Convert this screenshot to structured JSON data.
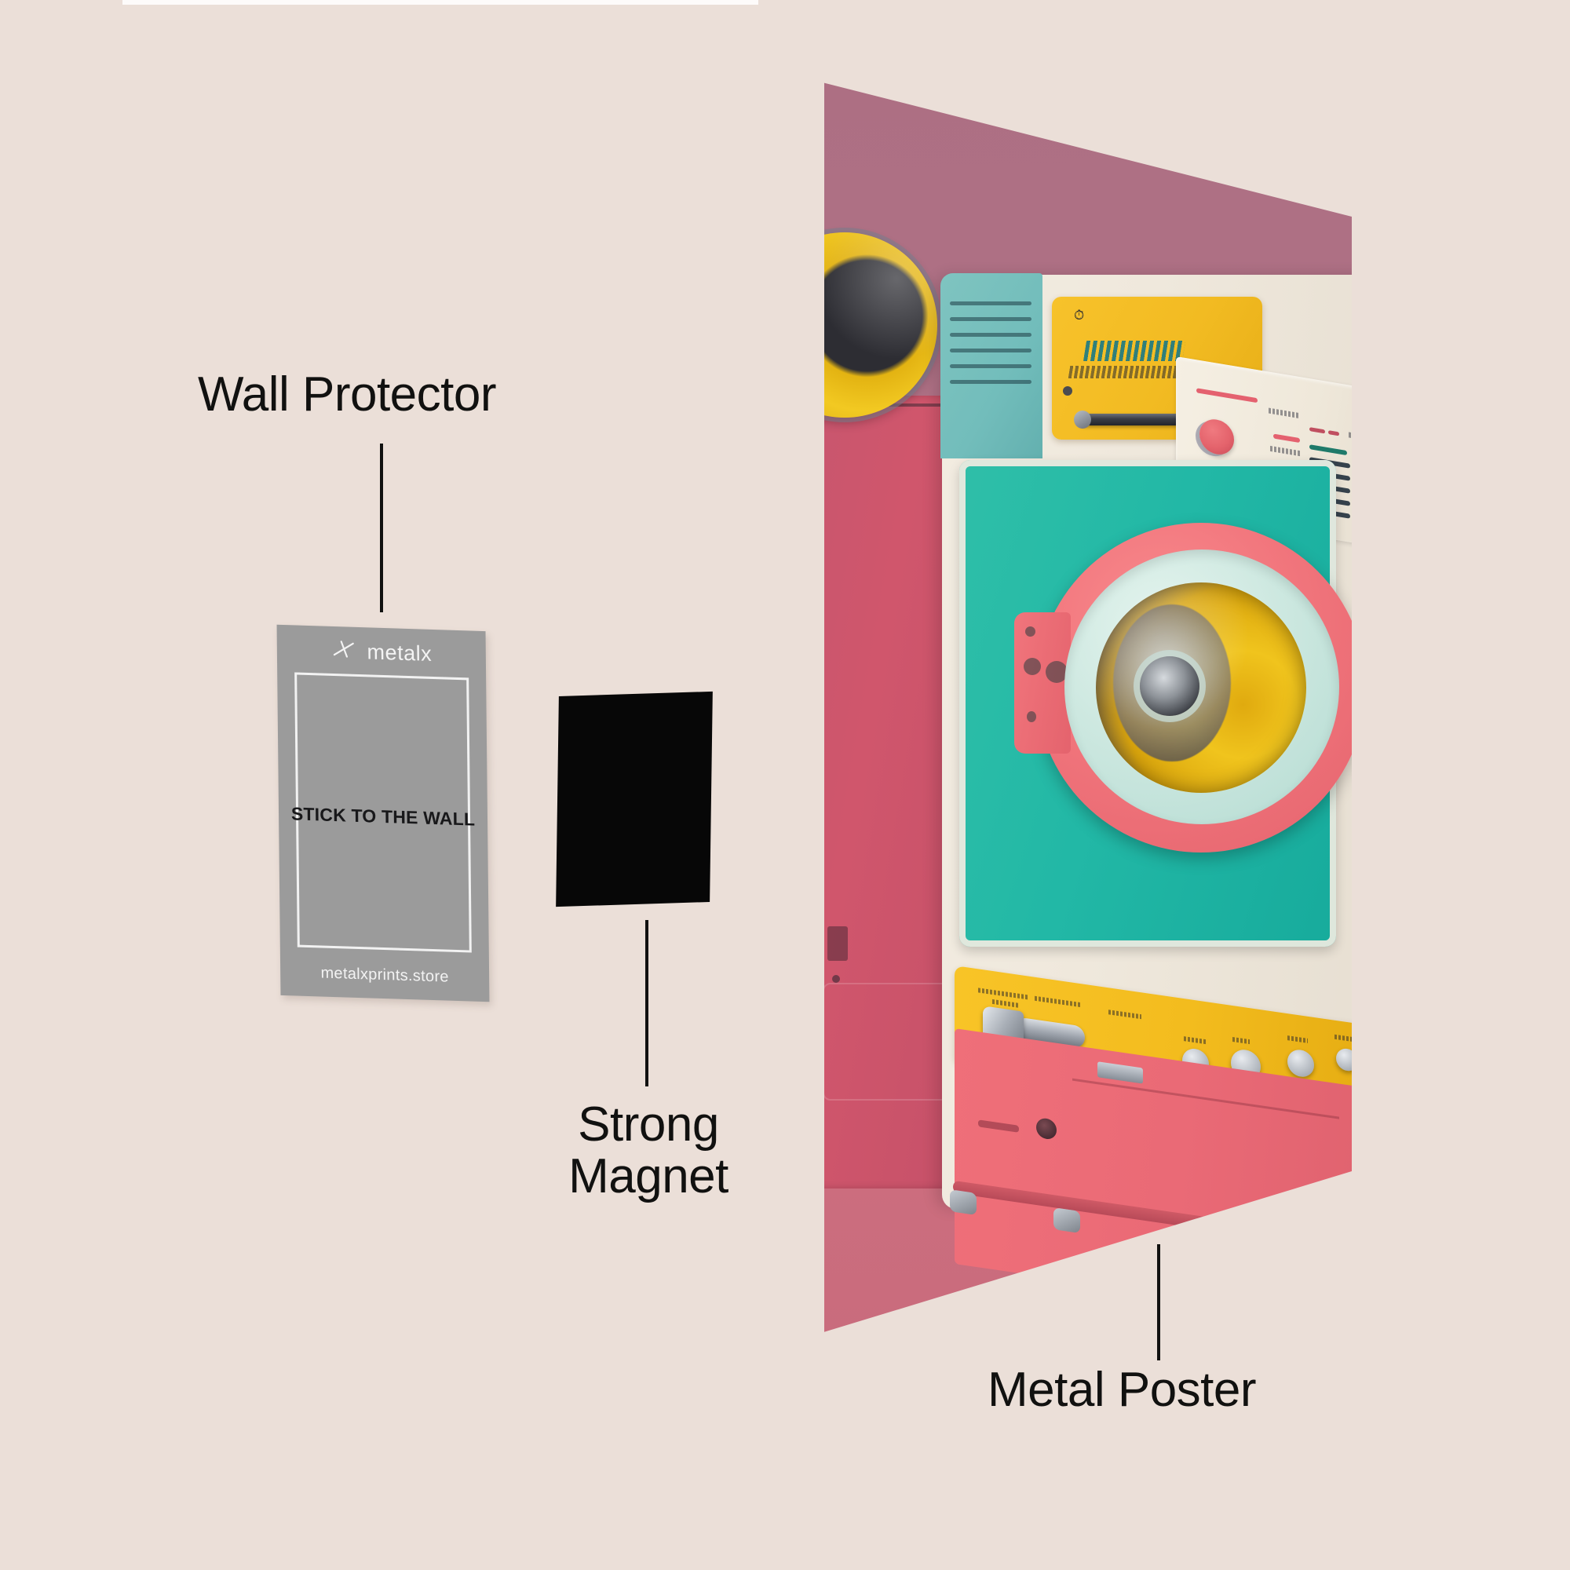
{
  "page": {
    "background_color": "#ebdfd8",
    "type": "product-infographic"
  },
  "callouts": [
    {
      "id": "wall-protector",
      "label": "Wall Protector"
    },
    {
      "id": "strong-magnet",
      "label": "Strong\nMagnet",
      "line1": "Strong",
      "line2": "Magnet"
    },
    {
      "id": "metal-poster",
      "label": "Metal Poster"
    }
  ],
  "wall_protector_card": {
    "brand_name": "metalx",
    "logo_icon": "metalx-cross-mark-icon",
    "center_text": "STICK TO THE WALL",
    "url_text": "metalxprints.store",
    "card_color": "#9b9b9b",
    "text_color": "#18181a",
    "accent_color": "#f2f2f2"
  },
  "magnet": {
    "color": "#070707",
    "shape": "rectangle"
  },
  "metal_poster": {
    "artwork_subject": "retro washing machines",
    "colors": {
      "wall": "#b07287",
      "floor": "#cd6e7e",
      "teal": "#22b8a6",
      "yellow": "#f3bc1e",
      "coral": "#ea6a76",
      "mint": "#cde8e0",
      "cream": "#efe8da"
    }
  },
  "colors": {
    "background": "#ebdfd8",
    "label_text": "#111110",
    "leader_line": "#111110"
  }
}
